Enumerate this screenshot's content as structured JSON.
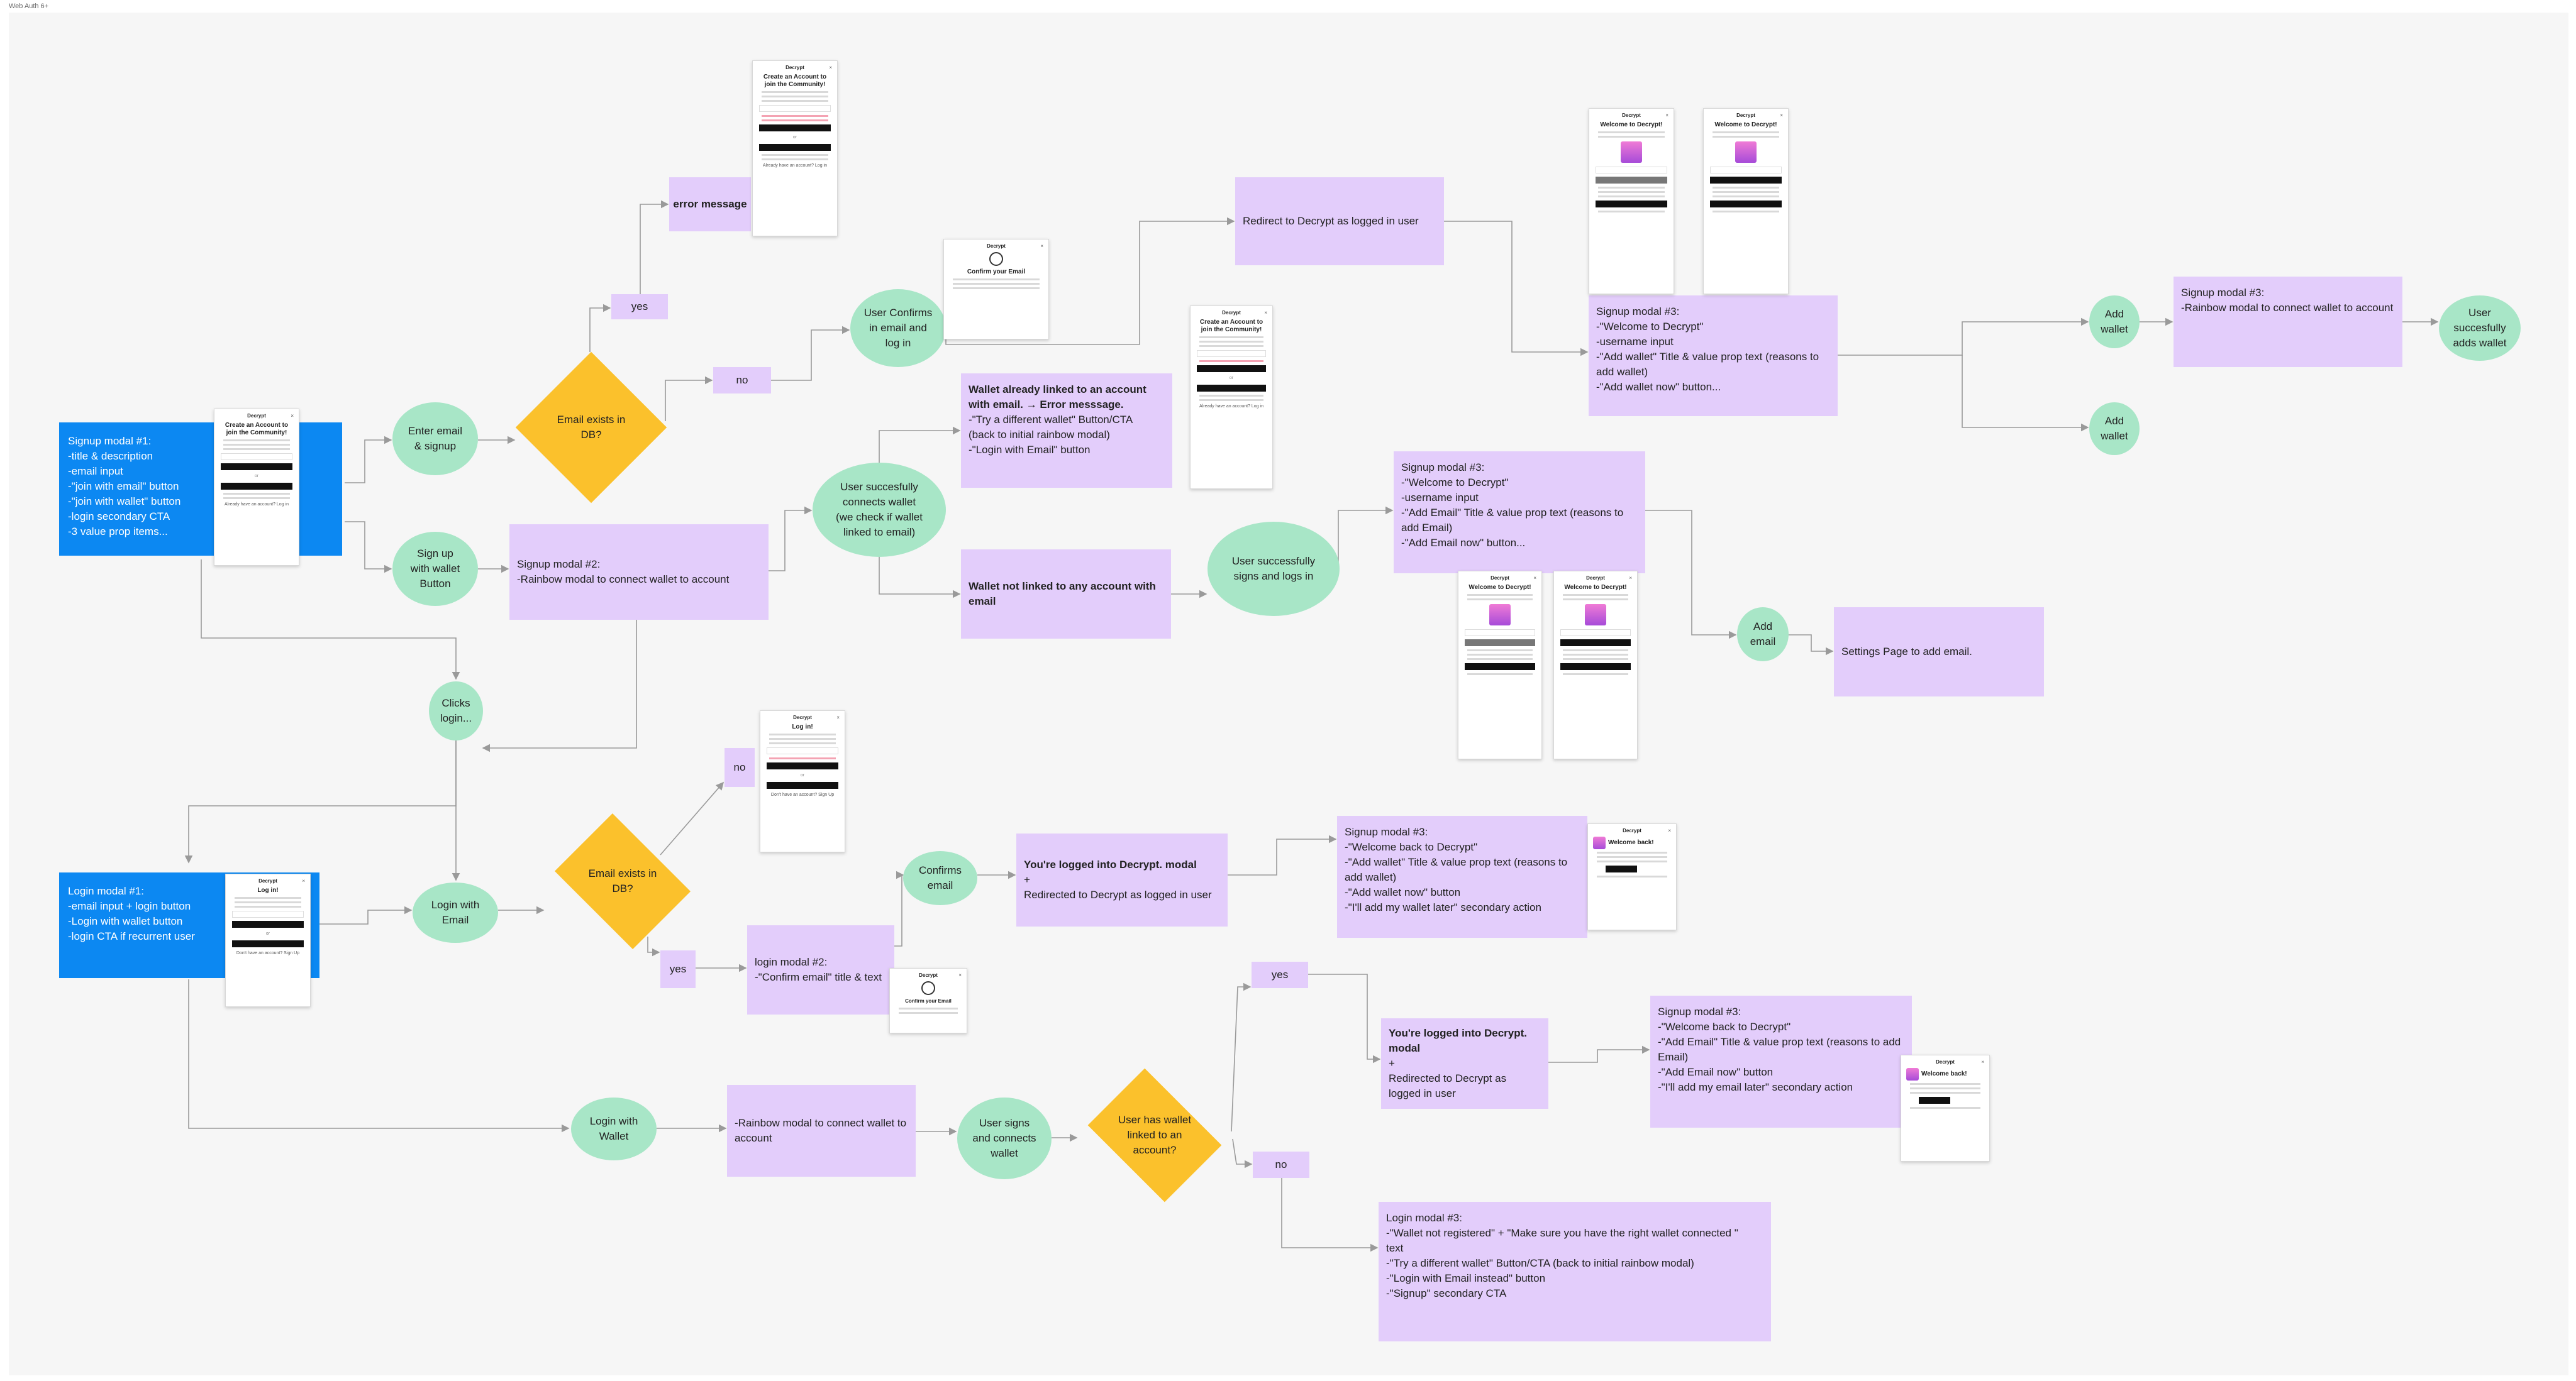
{
  "frame_label": "Web Auth 6+",
  "colors": {
    "purple": "#e3cdfb",
    "blue": "#0c88f2",
    "green": "#a8e6c7",
    "yellow": "#fbc12c",
    "edge": "#9a9a9a"
  },
  "nodes": {
    "signup1": [
      "Signup modal #1:",
      "-title & description",
      "-email input",
      "-\"join with email\" button",
      "-\"join with wallet\" button",
      "-login secondary CTA",
      "-3 value prop items..."
    ],
    "login1": [
      "Login modal #1:",
      "-email input + login button",
      "-Login with wallet button",
      "-login CTA if recurrent user"
    ],
    "enter_email": [
      "Enter email",
      "& signup"
    ],
    "signup_wallet_btn": [
      "Sign up",
      "with wallet",
      "Button"
    ],
    "clicks_login": [
      "Clicks",
      "login..."
    ],
    "login_email": [
      "Login with",
      "Email"
    ],
    "login_wallet": [
      "Login with",
      "Wallet"
    ],
    "email_exists_db_1": [
      "Email exists in",
      "DB?"
    ],
    "email_exists_db_2": [
      "Email exists in",
      "DB?"
    ],
    "has_wallet": [
      "User has wallet",
      "linked to an",
      "account?"
    ],
    "yes1": "yes",
    "no1": "no",
    "no2": "no",
    "yes2": "yes",
    "yes3": "yes",
    "no3": "no",
    "error_message": "error message",
    "user_confirms": [
      "User Confirms",
      "in email and",
      "log in"
    ],
    "redirect_logged": "Redirect to Decrypt as logged in user",
    "signup2": [
      "Signup modal #2:",
      "-Rainbow modal to connect wallet to account"
    ],
    "user_connects": [
      "User succesfully",
      "connects wallet",
      "(we check if wallet",
      "linked to email)"
    ],
    "wallet_linked": {
      "title": "Wallet already linked to an account with email. → Error messsage.",
      "lines": [
        "-\"Try a different wallet\" Button/CTA",
        "(back to initial rainbow modal)",
        "-\"Login with Email\" button"
      ]
    },
    "wallet_not_linked": "Wallet not linked to any account with email",
    "signs_logs": [
      "User successfully",
      "signs and logs in"
    ],
    "signup3a": [
      "Signup modal #3:",
      "-\"Welcome to Decrypt\"",
      "-username input",
      "-\"Add wallet\" Title & value prop text (reasons to",
      "add wallet)",
      "-\"Add wallet now\" button..."
    ],
    "signup3b": [
      "Signup modal #3:",
      "-\"Welcome to Decrypt\"",
      "-username input",
      "-\"Add Email\" Title & value prop text (reasons to",
      "add Email)",
      "-\"Add Email now\" button..."
    ],
    "add_wallet_1": [
      "Add",
      "wallet"
    ],
    "add_wallet_2": [
      "Add",
      "wallet"
    ],
    "add_email": [
      "Add",
      "email"
    ],
    "signup3_rainbow": [
      "Signup modal #3:",
      "-Rainbow modal to connect wallet to account"
    ],
    "adds_wallet": [
      "User",
      "succesfully",
      "adds wallet"
    ],
    "settings_page": "Settings Page to add email.",
    "confirms_email": [
      "Confirms",
      "email"
    ],
    "logged_modal_1": {
      "title": "You're logged into Decrypt. modal",
      "lines": [
        "+",
        "Redirected to Decrypt as logged in user"
      ]
    },
    "logged_modal_2": {
      "title": "You're logged into Decrypt. modal",
      "lines": [
        "+",
        "Redirected to Decrypt as logged in user"
      ]
    },
    "login2": [
      "login modal #2:",
      "-\"Confirm email\"  title & text"
    ],
    "signup3_back_wallet": [
      "Signup modal #3:",
      "-\"Welcome back to Decrypt\"",
      "-\"Add wallet\" Title & value prop text (reasons to",
      "add wallet)",
      "-\"Add wallet now\" button",
      "-\"I'll add my wallet later\" secondary action"
    ],
    "signup3_back_email": [
      "Signup modal #3:",
      "-\"Welcome back to Decrypt\"",
      "-\"Add Email\" Title & value prop text (reasons to add",
      "Email)",
      "-\"Add Email now\" button",
      "-\"I'll add my email later\" secondary action"
    ],
    "rainbow_login": [
      "-Rainbow modal to connect wallet to",
      "account"
    ],
    "user_signs_connects": [
      "User signs",
      "and connects",
      "wallet"
    ],
    "login3": [
      "Login modal #3:",
      "-\"Wallet not registered\" + \"Make sure you have the right wallet connected \"",
      "text",
      "-\"Try a different wallet\" Button/CTA (back to initial rainbow modal)",
      "-\"Login with Email instead\" button",
      "-\"Signup\" secondary CTA"
    ]
  },
  "mocks": {
    "brand": "Decrypt",
    "close": "×",
    "create_title": "Create an Account to join the Community!",
    "confirm_title": "Confirm your Email",
    "login_title": "Log in!",
    "welcome_title": "Welcome to Decrypt!",
    "welcome_back_title": "Welcome back!",
    "or": "or",
    "footer_account": "Already have an account? Log in",
    "footer_login": "Don't have an account? Sign Up"
  }
}
